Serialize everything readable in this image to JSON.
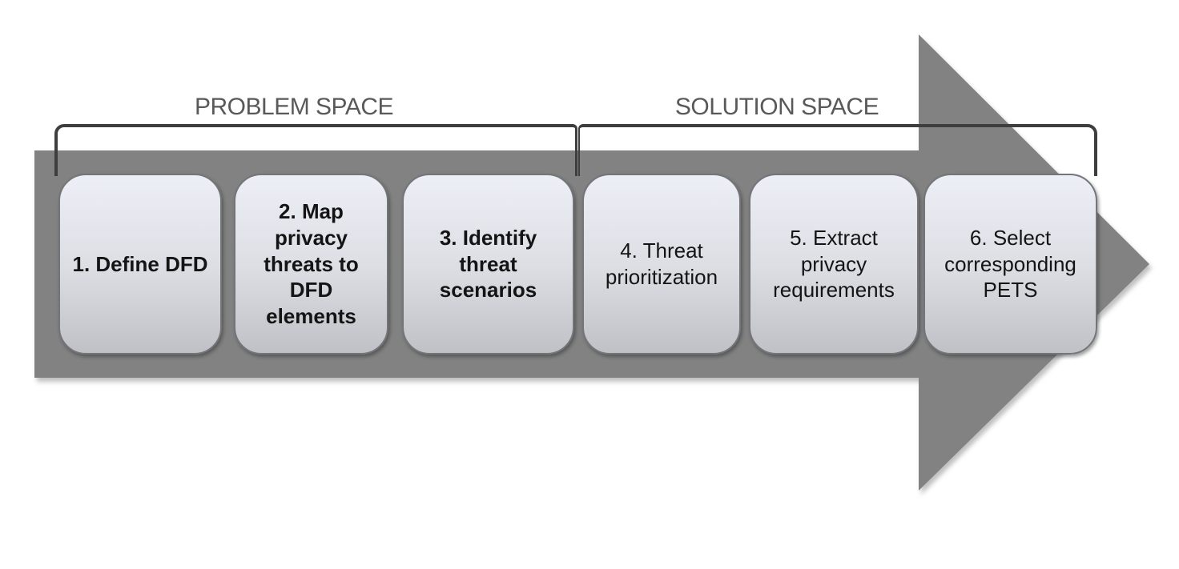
{
  "spaces": [
    {
      "title": "PROBLEM SPACE"
    },
    {
      "title": "SOLUTION SPACE"
    }
  ],
  "steps": [
    {
      "label": "1. Define DFD",
      "bold": true
    },
    {
      "label": "2. Map\nprivacy\nthreats to\nDFD\nelements",
      "bold": true
    },
    {
      "label": "3. Identify\nthreat\nscenarios",
      "bold": true
    },
    {
      "label": "4. Threat\nprioritization",
      "bold": false
    },
    {
      "label": "5. Extract\nprivacy\nrequirements",
      "bold": false
    },
    {
      "label": "6. Select\ncorresponding\nPETS",
      "bold": false
    }
  ],
  "colors": {
    "arrow_fill": "#828282",
    "bracket_line": "#3d3e40",
    "space_title_text": "#595959",
    "box_border": "#737578",
    "box_gradient_top": "#edeff6",
    "box_gradient_mid": "#dcdee4",
    "box_gradient_bottom": "#bfc1c6",
    "box_text": "#141414",
    "background": "#ffffff"
  }
}
